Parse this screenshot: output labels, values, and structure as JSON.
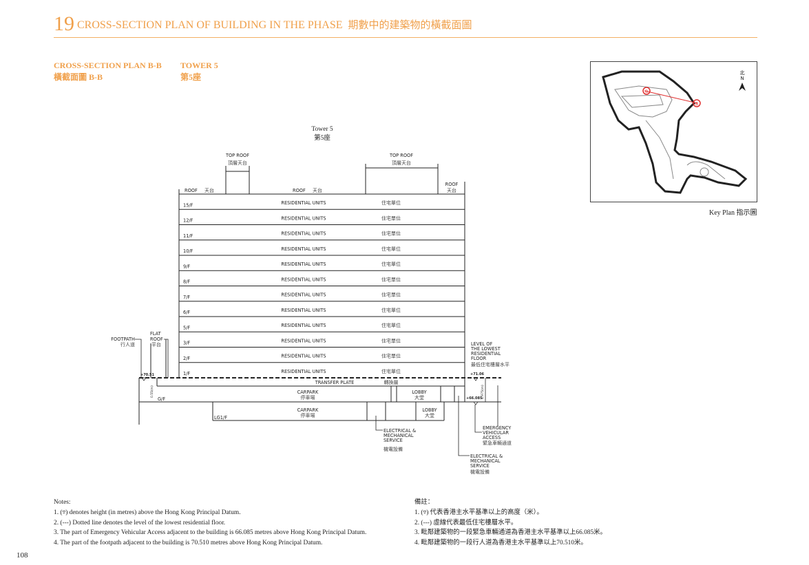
{
  "header": {
    "section_number": "19",
    "title_en": "CROSS-SECTION PLAN OF BUILDING IN THE PHASE",
    "title_cn": "期數中的建築物的橫截面圖"
  },
  "subheader": {
    "plan_en": "CROSS-SECTION PLAN B-B",
    "plan_cn": "橫截面圖 B-B",
    "tower_en": "TOWER 5",
    "tower_cn": "第5座"
  },
  "drawing": {
    "tower_label_en": "Tower 5",
    "tower_label_cn": "第5座",
    "top_roof_en": "TOP ROOF",
    "top_roof_cn": "頂層天台",
    "roof_en": "ROOF",
    "roof_cn": "天台",
    "residential_en": "RESIDENTIAL UNITS",
    "residential_cn": "住宅單位",
    "floors": [
      "15/F",
      "12/F",
      "11/F",
      "10/F",
      "9/F",
      "8/F",
      "7/F",
      "6/F",
      "5/F",
      "3/F",
      "2/F",
      "1/F"
    ],
    "transfer_plate_en": "TRANSFER PLATE",
    "transfer_plate_cn": "轉換層",
    "carpark_en": "CARPARK",
    "carpark_cn": "停車場",
    "lobby_en": "LOBBY",
    "lobby_cn": "大堂",
    "gf_label": "G/F",
    "lg1f_label": "LG1/F",
    "footpath_en": "FOOTPATH",
    "footpath_cn": "行人道",
    "flat_roof_en_1": "FLAT",
    "flat_roof_en_2": "ROOF",
    "flat_roof_cn": "平台",
    "lowest_floor_en": [
      "LEVEL OF",
      "THE LOWEST",
      "RESIDENTIAL",
      "FLOOR"
    ],
    "lowest_floor_cn": "最低住宅樓層水平",
    "level_footpath": "+70.51",
    "level_lowest_floor": "+71.06",
    "level_eva": "+66.085",
    "dim_left": "0.55(m)",
    "dim_right": "4.975(m)",
    "ems_en": [
      "ELECTRICAL &",
      "MECHANICAL",
      "SERVICE"
    ],
    "ems_cn": "機電設備",
    "eva_en": [
      "EMERGENCY",
      "VEHICULAR",
      "ACCESS"
    ],
    "eva_cn": "緊急車輛通道"
  },
  "keyplan": {
    "north_cn": "北",
    "north_en": "N",
    "section_marker": "B",
    "caption": "Key Plan 指示圖",
    "section_color": "#e03030"
  },
  "notes_en": {
    "title": "Notes:",
    "items": [
      "1. (▿) denotes height (in metres) above the Hong Kong Principal Datum.",
      "2. (---) Dotted line denotes the level of the lowest residential floor.",
      "3. The part of Emergency Vehicular Access adjacent to the building is 66.085 metres above Hong Kong Principal Datum.",
      "4. The part of the footpath adjacent to the building is 70.510 metres above Hong Kong Principal Datum."
    ]
  },
  "notes_cn": {
    "title": "備註：",
    "items": [
      "1. (▿) 代表香港主水平基準以上的高度（米）。",
      "2. (---) 虛線代表最低住宅樓層水平。",
      "3. 毗鄰建築物的一段緊急車輛通道為香港主水平基準以上66.085米。",
      "4. 毗鄰建築物的一段行人道為香港主水平基準以上70.510米。"
    ]
  },
  "page_number": "108",
  "colors": {
    "accent": "#f0a04b"
  }
}
